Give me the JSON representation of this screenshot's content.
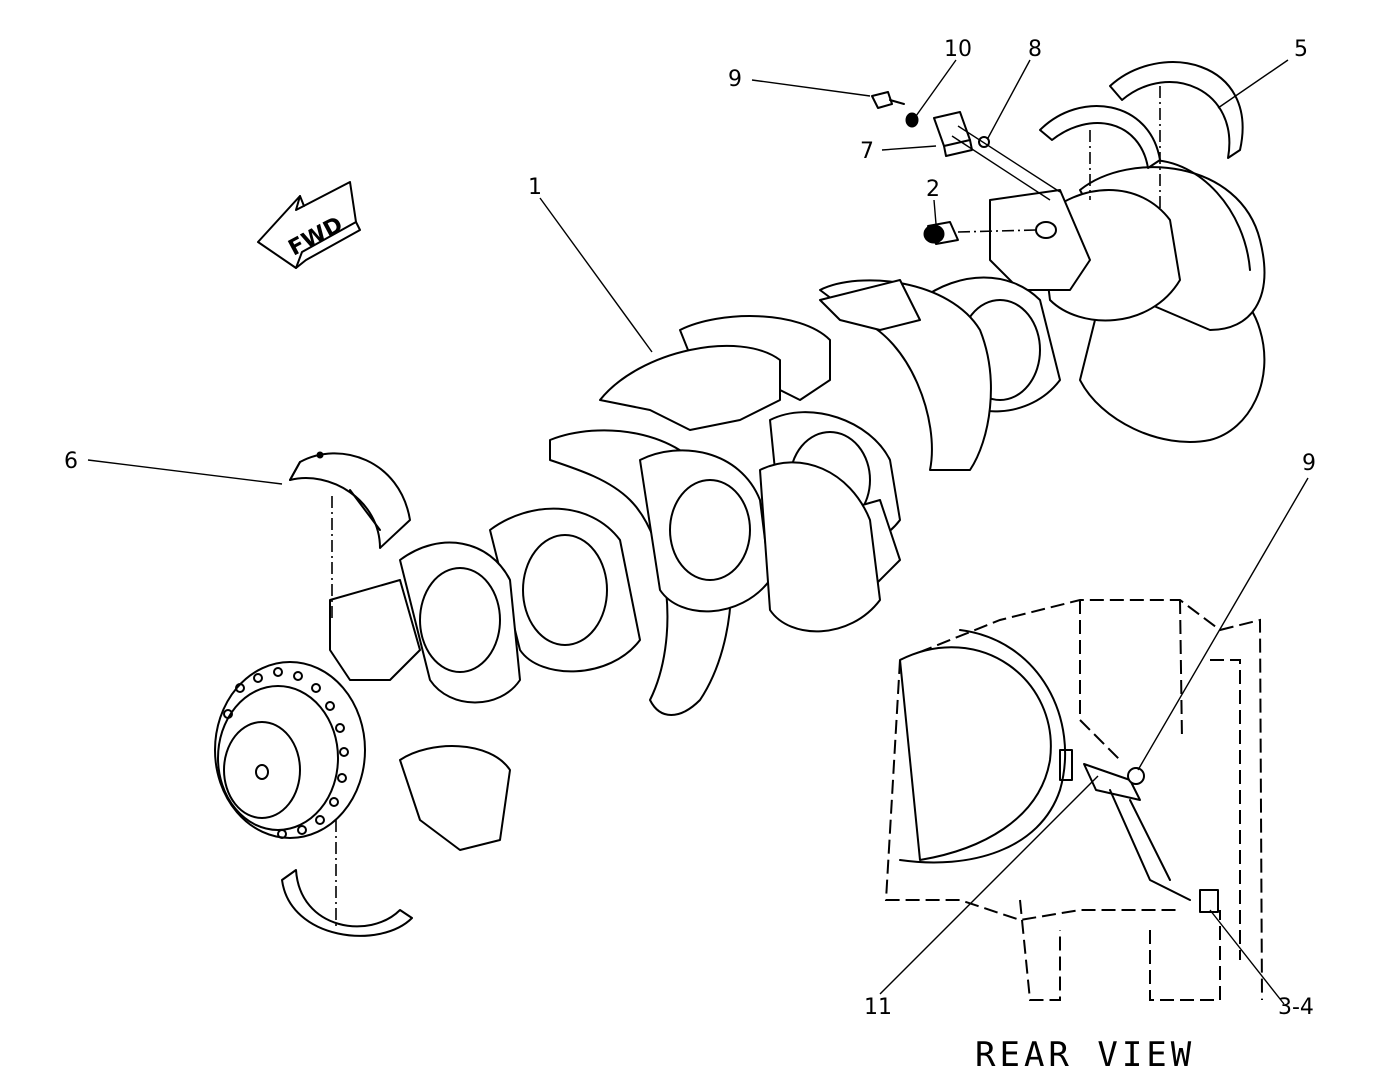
{
  "diagram": {
    "view_label": "REAR VIEW",
    "direction_label": "FWD",
    "callouts": [
      {
        "id": "c1",
        "label": "1"
      },
      {
        "id": "c2",
        "label": "2"
      },
      {
        "id": "c5",
        "label": "5"
      },
      {
        "id": "c6",
        "label": "6"
      },
      {
        "id": "c7",
        "label": "7"
      },
      {
        "id": "c8",
        "label": "8"
      },
      {
        "id": "c9a",
        "label": "9"
      },
      {
        "id": "c9b",
        "label": "9"
      },
      {
        "id": "c10",
        "label": "10"
      },
      {
        "id": "c11",
        "label": "11"
      },
      {
        "id": "c34",
        "label": "3-4"
      }
    ]
  }
}
